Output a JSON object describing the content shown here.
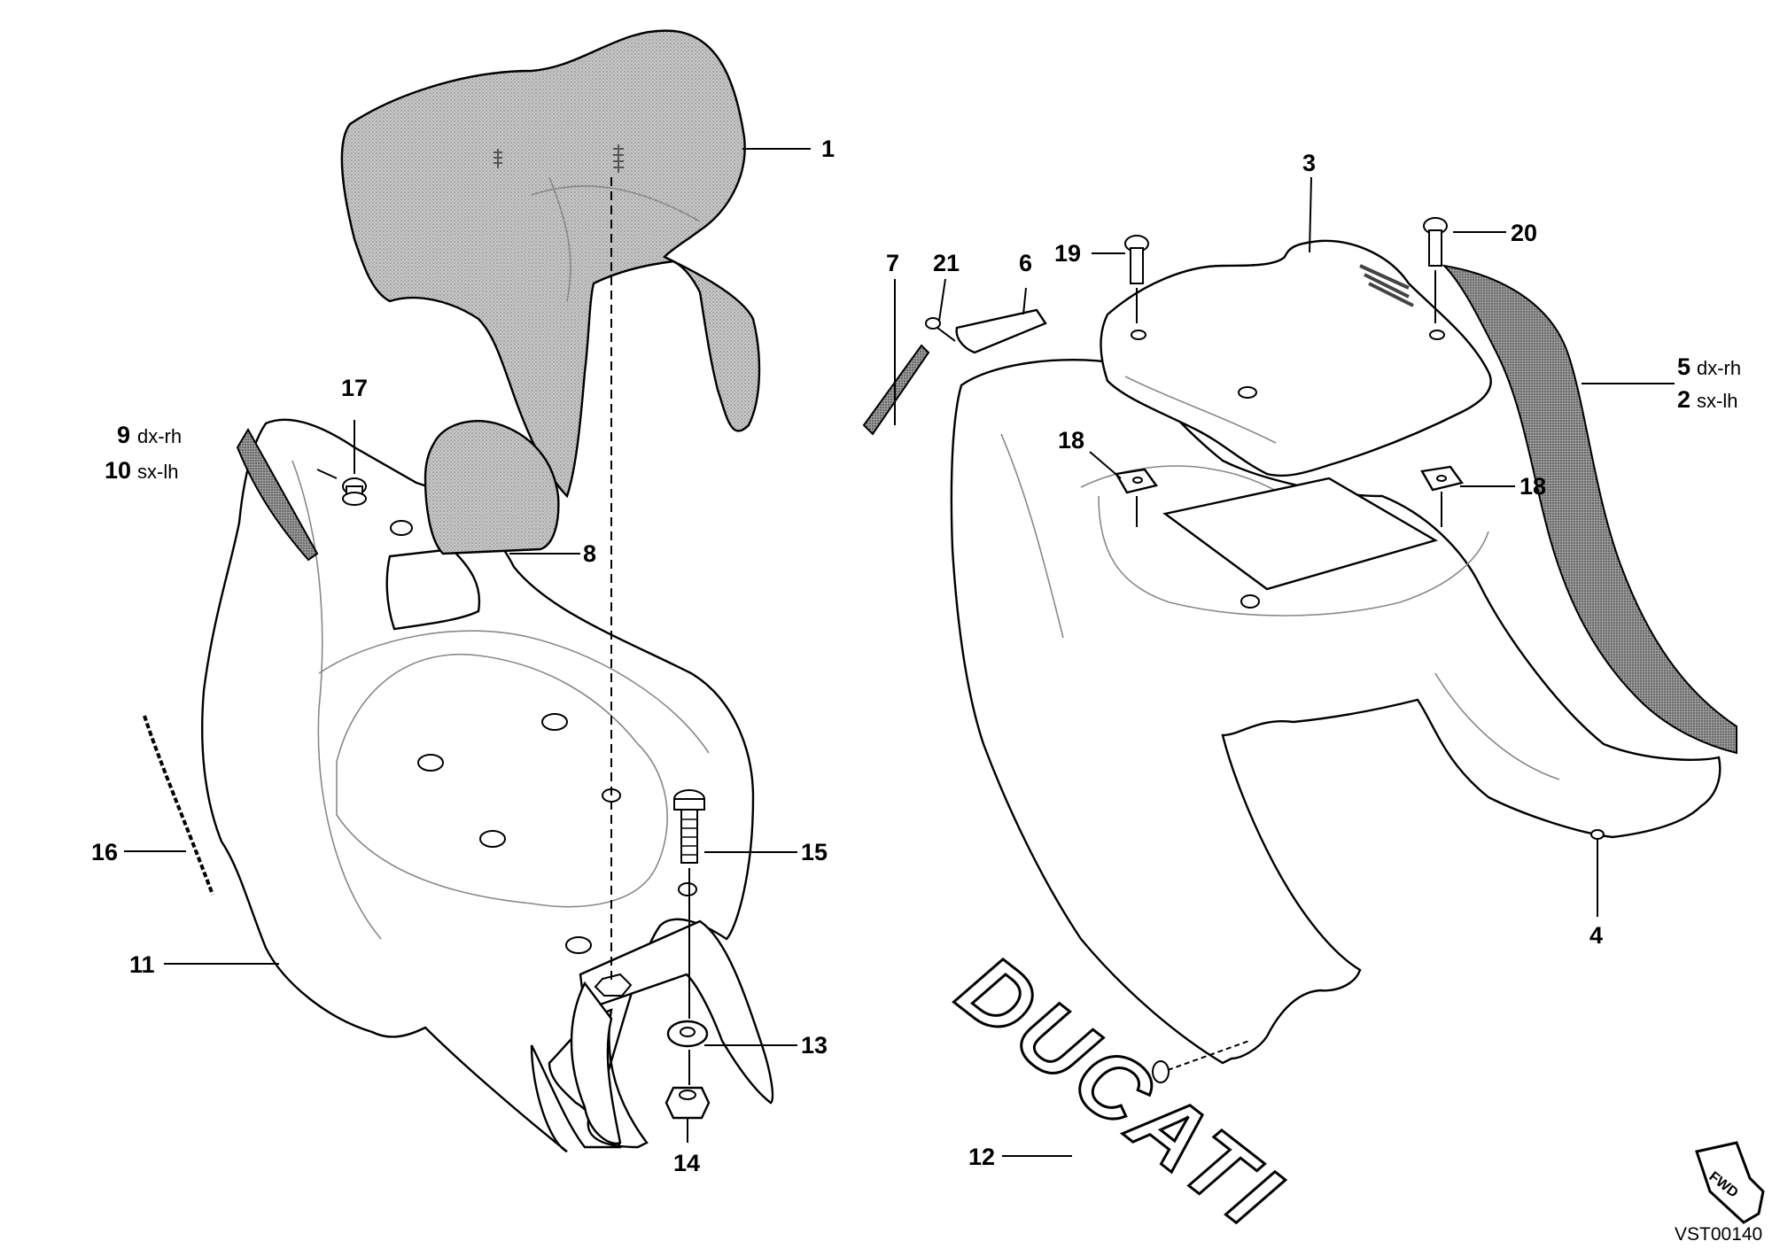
{
  "callouts": {
    "c1": "1",
    "c2": "2",
    "c3": "3",
    "c4": "4",
    "c5": "5",
    "c6": "6",
    "c7": "7",
    "c8": "8",
    "c9": "9",
    "c10": "10",
    "c11": "11",
    "c12": "12",
    "c13": "13",
    "c14": "14",
    "c15": "15",
    "c16": "16",
    "c17": "17",
    "c18a": "18",
    "c18b": "18",
    "c19": "19",
    "c20": "20",
    "c21": "21"
  },
  "sides": {
    "s5": "dx-rh",
    "s2": "sx-lh",
    "s9": "dx-rh",
    "s10": "sx-lh"
  },
  "decal_text": "DUCATI",
  "fwd_label": "FWD",
  "drawing_code": "VST00140"
}
